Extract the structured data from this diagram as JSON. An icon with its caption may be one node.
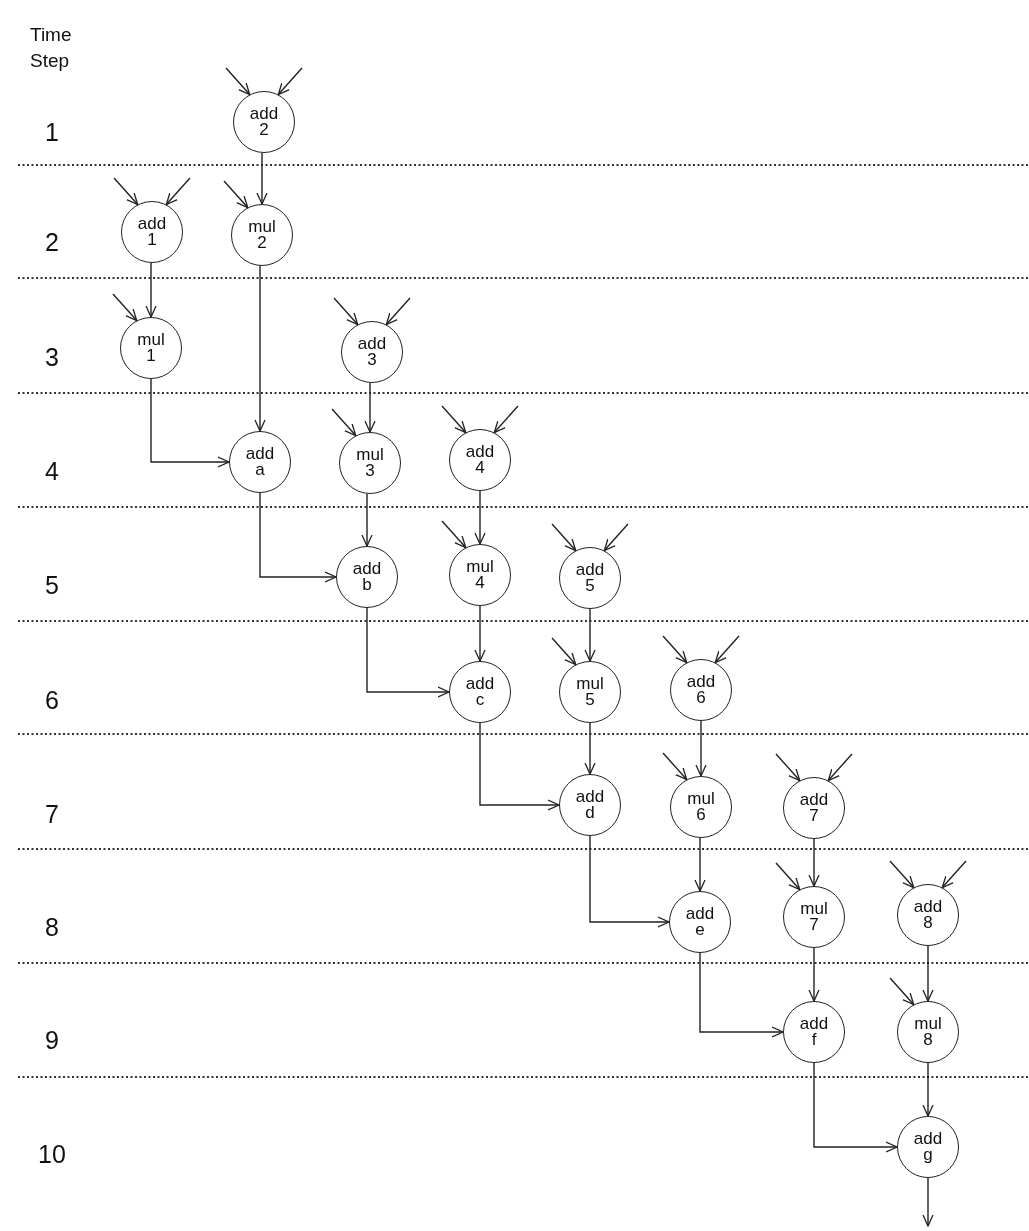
{
  "diagram": {
    "nodes": [
      {
        "text": [
          "add 2"
        ]
      },
      {
        "text": [
          "add 1"
        ]
      },
      {
        "text": [
          "mul 2"
        ]
      },
      {
        "text": [
          "mul 1"
        ]
      },
      {
        "text": [
          "add 3"
        ]
      },
      {
        "text": [
          "add a"
        ]
      },
      {
        "text": [
          "mul 3"
        ]
      },
      {
        "text": [
          "add 4"
        ]
      },
      {
        "text": [
          "add b"
        ]
      },
      {
        "text": [
          "mul 4"
        ]
      },
      {
        "text": [
          "add 5"
        ]
      },
      {
        "text": [
          "add c"
        ]
      },
      {
        "text": [
          "mul 5"
        ]
      },
      {
        "text": [
          "add 6"
        ]
      },
      {
        "text": [
          "add d"
        ]
      },
      {
        "text": [
          "mul 6"
        ]
      },
      {
        "text": [
          "add 7"
        ]
      },
      {
        "text": [
          "add e"
        ]
      },
      {
        "text": [
          "mul 7"
        ]
      },
      {
        "text": [
          "add 8"
        ]
      },
      {
        "text": [
          "add f"
        ]
      },
      {
        "text": [
          "mul 8"
        ]
      },
      {
        "text": [
          "add g"
        ]
      }
    ],
    "edges": [
      {
        "from": null,
        "to": 0,
        "arrow": "to"
      },
      {
        "from": null,
        "to": 0,
        "arrow": "to"
      },
      {
        "from": null,
        "to": 1,
        "arrow": "to"
      },
      {
        "from": null,
        "to": 1,
        "arrow": "to"
      },
      {
        "from": null,
        "to": 2,
        "arrow": "to"
      },
      {
        "from": 0,
        "to": 2,
        "arrow": "to"
      },
      {
        "from": null,
        "to": 3,
        "arrow": "to"
      },
      {
        "from": 1,
        "to": 3,
        "arrow": "to"
      },
      {
        "from": null,
        "to": 4,
        "arrow": "to"
      },
      {
        "from": null,
        "to": 4,
        "arrow": "to"
      },
      {
        "from": 3,
        "to": 5,
        "arrow": "to"
      },
      {
        "from": 2,
        "to": 5,
        "arrow": "to"
      },
      {
        "from": null,
        "to": 6,
        "arrow": "to"
      },
      {
        "from": 4,
        "to": 6,
        "arrow": "to"
      },
      {
        "from": null,
        "to": 7,
        "arrow": "to"
      },
      {
        "from": null,
        "to": 7,
        "arrow": "to"
      },
      {
        "from": 5,
        "to": 8,
        "arrow": "to"
      },
      {
        "from": 6,
        "to": 8,
        "arrow": "to"
      },
      {
        "from": null,
        "to": 9,
        "arrow": "to"
      },
      {
        "from": 7,
        "to": 9,
        "arrow": "to"
      },
      {
        "from": null,
        "to": 10,
        "arrow": "to"
      },
      {
        "from": null,
        "to": 10,
        "arrow": "to"
      },
      {
        "from": 8,
        "to": 11,
        "arrow": "to"
      },
      {
        "from": 9,
        "to": 11,
        "arrow": "to"
      },
      {
        "from": null,
        "to": 12,
        "arrow": "to"
      },
      {
        "from": 10,
        "to": 12,
        "arrow": "to"
      },
      {
        "from": null,
        "to": 13,
        "arrow": "to"
      },
      {
        "from": null,
        "to": 13,
        "arrow": "to"
      },
      {
        "from": 11,
        "to": 14,
        "arrow": "to"
      },
      {
        "from": 12,
        "to": 14,
        "arrow": "to"
      },
      {
        "from": null,
        "to": 15,
        "arrow": "to"
      },
      {
        "from": 13,
        "to": 15,
        "arrow": "to"
      },
      {
        "from": null,
        "to": 16,
        "arrow": "to"
      },
      {
        "from": null,
        "to": 16,
        "arrow": "to"
      },
      {
        "from": 14,
        "to": 17,
        "arrow": "to"
      },
      {
        "from": 15,
        "to": 17,
        "arrow": "to"
      },
      {
        "from": null,
        "to": 18,
        "arrow": "to"
      },
      {
        "from": 16,
        "to": 18,
        "arrow": "to"
      },
      {
        "from": null,
        "to": 19,
        "arrow": "to"
      },
      {
        "from": null,
        "to": 19,
        "arrow": "to"
      },
      {
        "from": 17,
        "to": 20,
        "arrow": "to"
      },
      {
        "from": 18,
        "to": 20,
        "arrow": "to"
      },
      {
        "from": null,
        "to": 21,
        "arrow": "to"
      },
      {
        "from": 19,
        "to": 21,
        "arrow": "to"
      },
      {
        "from": 20,
        "to": 22,
        "arrow": "to"
      },
      {
        "from": 21,
        "to": 22,
        "arrow": "to"
      },
      {
        "from": 22,
        "to": null,
        "arrow": "to"
      }
    ],
    "labels": [
      "Time Step",
      "1",
      "2",
      "3",
      "4",
      "5",
      "6",
      "7",
      "8",
      "9",
      "10"
    ]
  }
}
